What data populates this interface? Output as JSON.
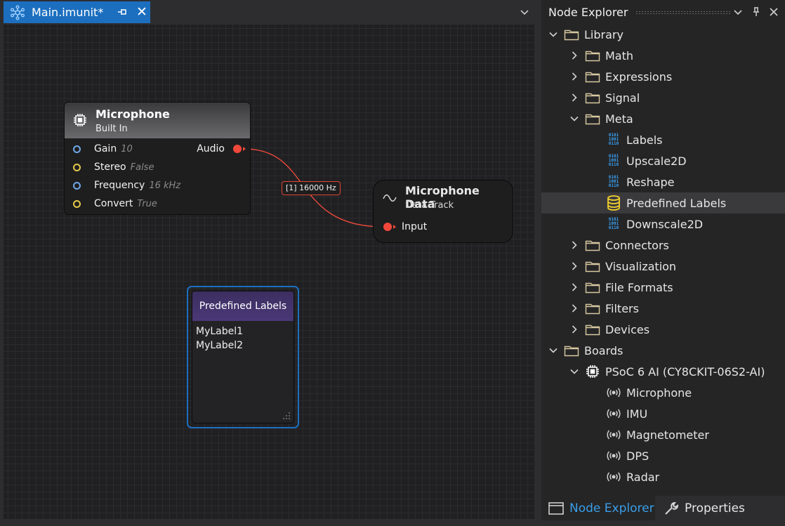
{
  "editor": {
    "tab_title": "Main.imunit*"
  },
  "canvas": {
    "microphone_node": {
      "title": "Microphone",
      "subtitle": "Built In",
      "params": [
        {
          "name": "Gain",
          "value": "10",
          "port": "blue"
        },
        {
          "name": "Stereo",
          "value": "False",
          "port": "yellow"
        },
        {
          "name": "Frequency",
          "value": "16 kHz",
          "port": "blue"
        },
        {
          "name": "Convert",
          "value": "True",
          "port": "yellow"
        }
      ],
      "output": "Audio"
    },
    "connection_label": "[1] 16000 Hz",
    "data_node": {
      "title": "Microphone Data",
      "subtitle": "Data Track",
      "input": "Input"
    },
    "labels_node": {
      "title": "Predefined Labels",
      "items": [
        "MyLabel1",
        "MyLabel2"
      ]
    }
  },
  "panel": {
    "title": "Node Explorer",
    "tree": [
      {
        "label": "Library",
        "depth": 0,
        "icon": "folder-icon",
        "expand": "expanded"
      },
      {
        "label": "Math",
        "depth": 1,
        "icon": "folder-icon",
        "expand": "collapsed"
      },
      {
        "label": "Expressions",
        "depth": 1,
        "icon": "folder-icon",
        "expand": "collapsed"
      },
      {
        "label": "Signal",
        "depth": 1,
        "icon": "folder-icon",
        "expand": "collapsed"
      },
      {
        "label": "Meta",
        "depth": 1,
        "icon": "folder-icon",
        "expand": "expanded"
      },
      {
        "label": "Labels",
        "depth": 2,
        "icon": "binary-icon",
        "expand": "none"
      },
      {
        "label": "Upscale2D",
        "depth": 2,
        "icon": "binary-icon",
        "expand": "none"
      },
      {
        "label": "Reshape",
        "depth": 2,
        "icon": "binary-icon",
        "expand": "none"
      },
      {
        "label": "Predefined Labels",
        "depth": 2,
        "icon": "database-icon",
        "expand": "none",
        "selected": true
      },
      {
        "label": "Downscale2D",
        "depth": 2,
        "icon": "binary-icon",
        "expand": "none"
      },
      {
        "label": "Connectors",
        "depth": 1,
        "icon": "folder-icon",
        "expand": "collapsed"
      },
      {
        "label": "Visualization",
        "depth": 1,
        "icon": "folder-icon",
        "expand": "collapsed"
      },
      {
        "label": "File Formats",
        "depth": 1,
        "icon": "folder-icon",
        "expand": "collapsed"
      },
      {
        "label": "Filters",
        "depth": 1,
        "icon": "folder-icon",
        "expand": "collapsed"
      },
      {
        "label": "Devices",
        "depth": 1,
        "icon": "folder-icon",
        "expand": "collapsed"
      },
      {
        "label": "Boards",
        "depth": 0,
        "icon": "folder-icon",
        "expand": "expanded"
      },
      {
        "label": "PSoC 6 AI (CY8CKIT-06S2-AI)",
        "depth": 1,
        "icon": "chip-icon",
        "expand": "expanded"
      },
      {
        "label": "Microphone",
        "depth": 2,
        "icon": "sensor-icon",
        "expand": "none"
      },
      {
        "label": "IMU",
        "depth": 2,
        "icon": "sensor-icon",
        "expand": "none"
      },
      {
        "label": "Magnetometer",
        "depth": 2,
        "icon": "sensor-icon",
        "expand": "none"
      },
      {
        "label": "DPS",
        "depth": 2,
        "icon": "sensor-icon",
        "expand": "none"
      },
      {
        "label": "Radar",
        "depth": 2,
        "icon": "sensor-icon",
        "expand": "none"
      }
    ],
    "bottom_tabs": [
      {
        "label": "Node Explorer",
        "icon": "window-icon",
        "active": true
      },
      {
        "label": "Properties",
        "icon": "wrench-icon",
        "active": false
      }
    ]
  },
  "colors": {
    "accent": "#1c6fbf",
    "port_blue": "#6ea7e6",
    "port_yellow": "#e4c94a",
    "connection": "#f0483a",
    "labels_header": "#4a3877"
  }
}
